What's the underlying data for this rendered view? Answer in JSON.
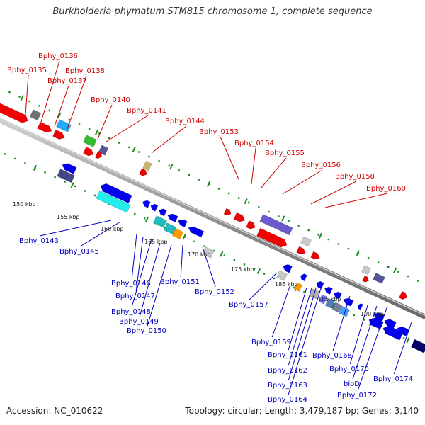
{
  "title": "Burkholderia phymatum STM815 chromosome 1, complete sequence",
  "footer": {
    "accession": "Accession: NC_010622",
    "summary": "Topology: circular; Length: 3,479,187 bp; Genes: 3,140"
  },
  "colors": {
    "forward_label": "#d00000",
    "reverse_label": "#0000bb",
    "backbone": "#8c8c8c",
    "tick": "#1a8a1a"
  },
  "scale_labels": [
    "150 kbp",
    "155 kbp",
    "160 kbp",
    "165 kbp",
    "170 kbp",
    "175 kbp",
    "180 kbp",
    "185 kbp",
    "190 kbp"
  ],
  "forward_labels": [
    "Bphy_0135",
    "Bphy_0136",
    "Bphy_0137",
    "Bphy_0138",
    "Bphy_0140",
    "Bphy_0141",
    "Bphy_0144",
    "Bphy_0153",
    "Bphy_0154",
    "Bphy_0155",
    "Bphy_0156",
    "Bphy_0158",
    "Bphy_0160"
  ],
  "reverse_labels": [
    "Bphy_0143",
    "Bphy_0145",
    "Bphy_0146",
    "Bphy_0147",
    "Bphy_0148",
    "Bphy_0149",
    "Bphy_0150",
    "Bphy_0151",
    "Bphy_0152",
    "Bphy_0157",
    "Bphy_0159",
    "Bphy_0161",
    "Bphy_0162",
    "Bphy_0163",
    "Bphy_0164",
    "Bphy_0168",
    "Bphy_0170",
    "bioD",
    "Bphy_0172",
    "Bphy_0174"
  ]
}
